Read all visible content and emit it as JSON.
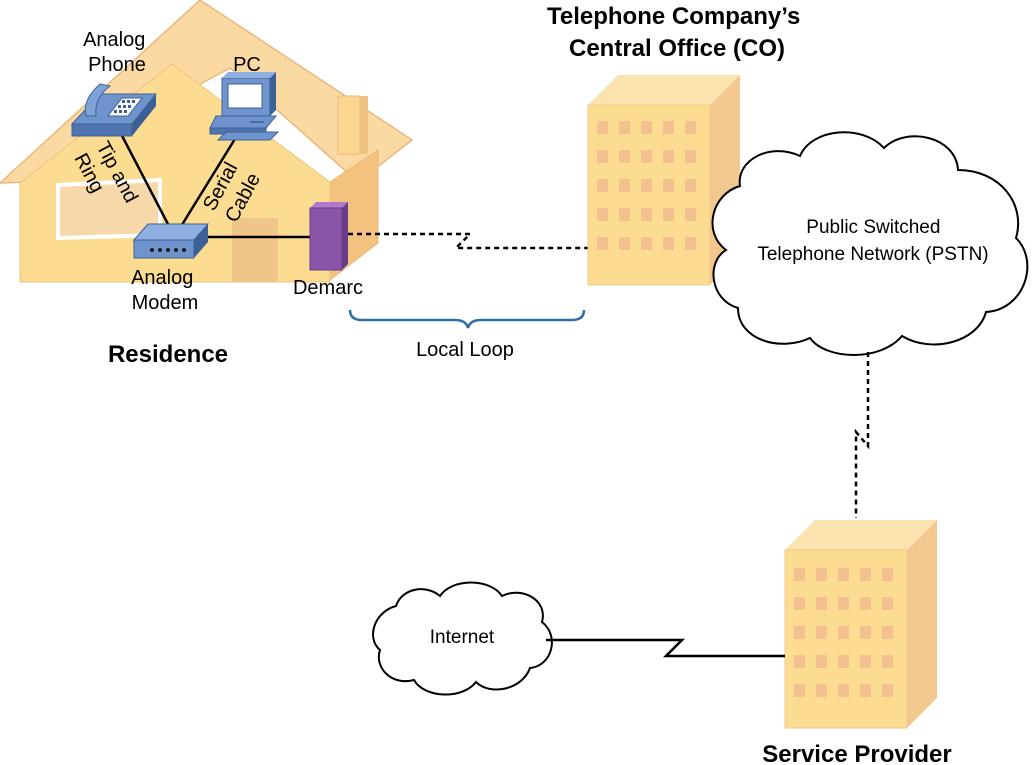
{
  "colors": {
    "house_wall": "#fbdc90",
    "house_roof": "#fbd9a3",
    "building_front": "#fbdc90",
    "building_side": "#f3c890",
    "building_window": "#f3c090",
    "device_blue": "#6f93cc",
    "demarc_purple": "#8a55a8",
    "bracket": "#2f6fa8"
  },
  "residence": {
    "title": "Residence",
    "phone_label": [
      "Analog",
      "Phone"
    ],
    "pc_label": "PC",
    "modem_label": [
      "Analog",
      "Modem"
    ],
    "tip_ring_label": [
      "Tip and",
      "Ring"
    ],
    "serial_label": [
      "Serial",
      "Cable"
    ],
    "demarc_label": "Demarc"
  },
  "local_loop_label": "Local Loop",
  "central_office": {
    "title": [
      "Telephone Company’s",
      "Central Office (CO)"
    ]
  },
  "pstn": {
    "label": [
      "Public Switched",
      "Telephone Network (PSTN)"
    ]
  },
  "internet": {
    "label": "Internet"
  },
  "service_provider": {
    "title": "Service Provider"
  }
}
